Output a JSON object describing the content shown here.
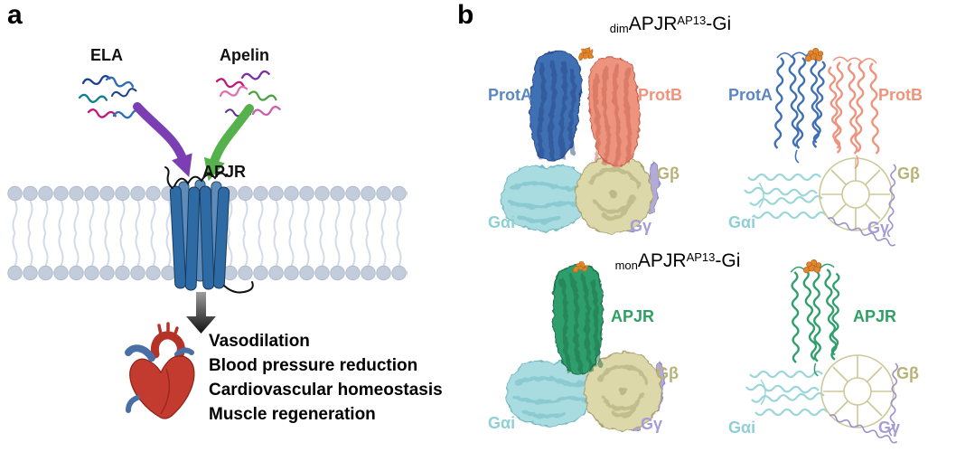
{
  "figure": {
    "panel_a": {
      "label": "a",
      "ela_label": "ELA",
      "apelin_label": "Apelin",
      "receptor_label": "APJR",
      "effects": [
        "Vasodilation",
        "Blood pressure reduction",
        "Cardiovascular homeostasis",
        "Muscle regeneration"
      ]
    },
    "panel_b": {
      "label": "b",
      "dimer_title": {
        "prefix": "dim",
        "base": "APJR",
        "sup": "AP13",
        "suffix": "-Gi"
      },
      "monomer_title": {
        "prefix": "mon",
        "base": "APJR",
        "sup": "AP13",
        "suffix": "-Gi"
      },
      "labels": {
        "prot_a": "ProtA",
        "prot_b": "ProtB",
        "g_beta": "Gβ",
        "g_gamma": "Gγ",
        "g_alpha_i": "Gαi",
        "apjr": "APJR"
      }
    },
    "colors": {
      "prot_a_blue": "#4070b4",
      "prot_b_salmon": "#ee937d",
      "apjr_green": "#2f9f6c",
      "g_beta_khaki": "#dcd8a9",
      "g_gamma_lavender": "#b2abd8",
      "g_alpha_cyan": "#a9dce0",
      "ligand_orange": "#e2852c",
      "arrow_purple": "#7b3fb3",
      "arrow_green": "#55b14b",
      "membrane_gray": "#c2ccda",
      "heart_red": "#c23b2e",
      "vessel_blue": "#4a6fa5"
    }
  }
}
